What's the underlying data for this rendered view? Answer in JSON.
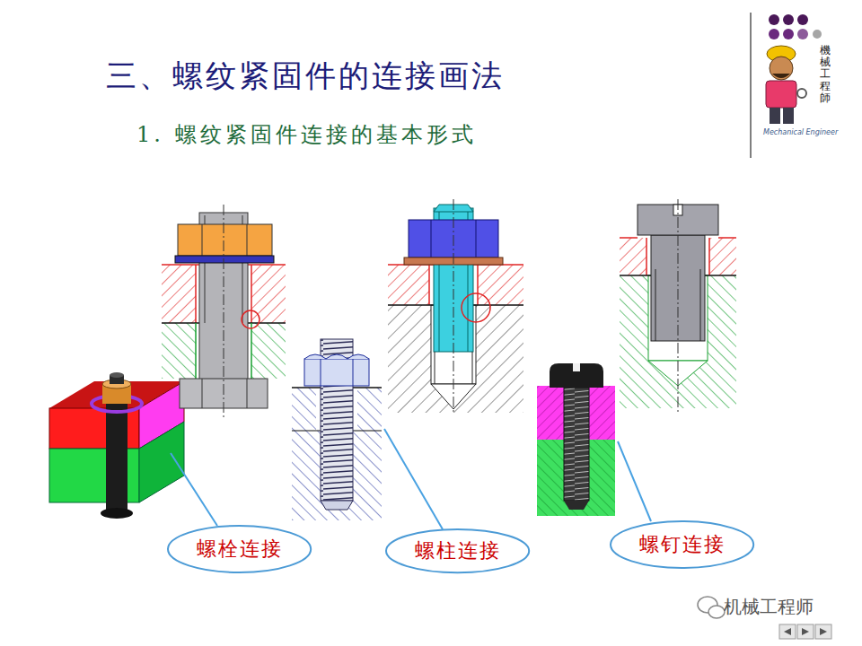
{
  "diagram": {
    "title": "三、螺纹紧固件的连接画法",
    "nodes": [
      {
        "text": [
          "螺栓连接"
        ]
      },
      {
        "text": [
          "螺柱连接"
        ]
      },
      {
        "text": [
          "螺钉连接"
        ]
      }
    ],
    "labels": [
      "1. 螺纹紧固件连接的基本形式",
      "機械工程師",
      "Mechanical Engineer",
      "机械工程师"
    ]
  }
}
